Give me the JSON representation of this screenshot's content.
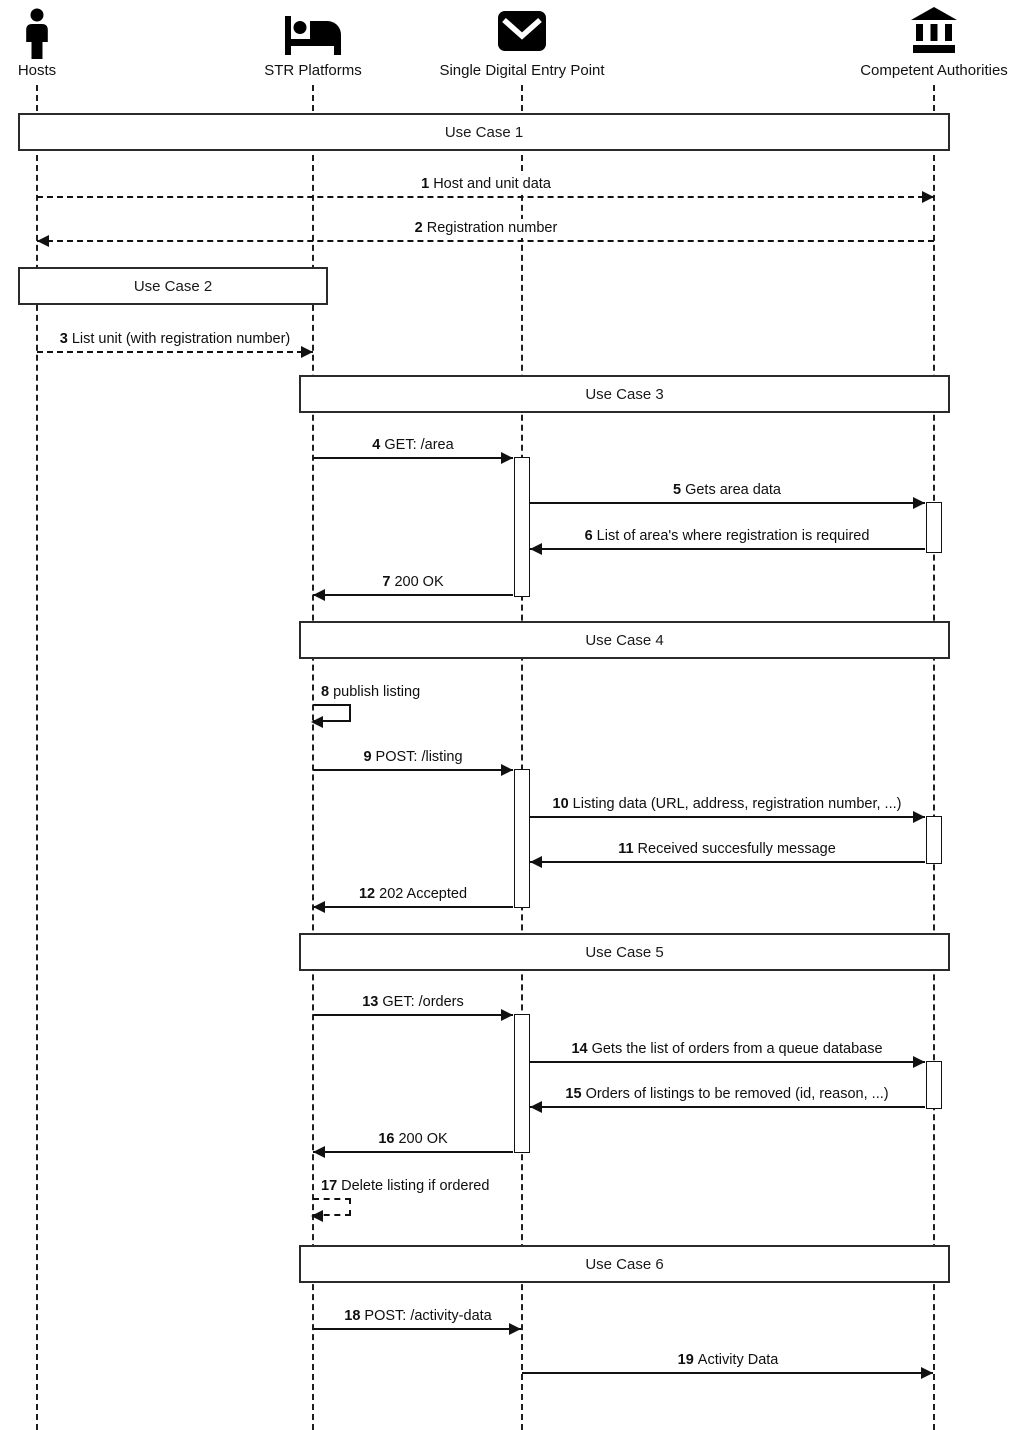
{
  "diagram": {
    "type": "sequence-diagram",
    "colors": {
      "line": "#111111",
      "text": "#111111",
      "background": "#ffffff"
    },
    "actors": [
      {
        "label": "Hosts",
        "icon": "person-icon"
      },
      {
        "label": "STR Platforms",
        "icon": "bed-icon"
      },
      {
        "label": "Single Digital Entry Point",
        "icon": "envelope-icon"
      },
      {
        "label": "Competent Authorities",
        "icon": "bank-icon"
      }
    ],
    "use_cases": [
      {
        "label": "Use Case 1"
      },
      {
        "label": "Use Case 2"
      },
      {
        "label": "Use Case 3"
      },
      {
        "label": "Use Case 4"
      },
      {
        "label": "Use Case 5"
      },
      {
        "label": "Use Case 6"
      }
    ],
    "messages": [
      {
        "num": "1",
        "text": "Host and unit data",
        "from": "Hosts",
        "to": "Competent Authorities",
        "line": "dashed"
      },
      {
        "num": "2",
        "text": "Registration number",
        "from": "Competent Authorities",
        "to": "Hosts",
        "line": "dashed"
      },
      {
        "num": "3",
        "text": "List unit (with registration number)",
        "from": "Hosts",
        "to": "STR Platforms",
        "line": "dashed"
      },
      {
        "num": "4",
        "text": "GET: /area",
        "from": "STR Platforms",
        "to": "Single Digital Entry Point",
        "line": "solid"
      },
      {
        "num": "5",
        "text": "Gets area data",
        "from": "Single Digital Entry Point",
        "to": "Competent Authorities",
        "line": "solid"
      },
      {
        "num": "6",
        "text": "List of area's where registration is required",
        "from": "Competent Authorities",
        "to": "Single Digital Entry Point",
        "line": "solid"
      },
      {
        "num": "7",
        "text": "200 OK",
        "from": "Single Digital Entry Point",
        "to": "STR Platforms",
        "line": "solid"
      },
      {
        "num": "8",
        "text": "publish listing",
        "from": "STR Platforms",
        "to": "STR Platforms",
        "line": "solid"
      },
      {
        "num": "9",
        "text": "POST: /listing",
        "from": "STR Platforms",
        "to": "Single Digital Entry Point",
        "line": "solid"
      },
      {
        "num": "10",
        "text": "Listing data (URL, address, registration number, ...)",
        "from": "Single Digital Entry Point",
        "to": "Competent Authorities",
        "line": "solid"
      },
      {
        "num": "11",
        "text": "Received succesfully message",
        "from": "Competent Authorities",
        "to": "Single Digital Entry Point",
        "line": "solid"
      },
      {
        "num": "12",
        "text": "202 Accepted",
        "from": "Single Digital Entry Point",
        "to": "STR Platforms",
        "line": "solid"
      },
      {
        "num": "13",
        "text": "GET: /orders",
        "from": "STR Platforms",
        "to": "Single Digital Entry Point",
        "line": "solid"
      },
      {
        "num": "14",
        "text": "Gets the list of orders from a queue database",
        "from": "Single Digital Entry Point",
        "to": "Competent Authorities",
        "line": "solid"
      },
      {
        "num": "15",
        "text": "Orders of listings to be removed (id, reason, ...)",
        "from": "Competent Authorities",
        "to": "Single Digital Entry Point",
        "line": "solid"
      },
      {
        "num": "16",
        "text": "200 OK",
        "from": "Single Digital Entry Point",
        "to": "STR Platforms",
        "line": "solid"
      },
      {
        "num": "17",
        "text": "Delete listing if ordered",
        "from": "STR Platforms",
        "to": "STR Platforms",
        "line": "dashed"
      },
      {
        "num": "18",
        "text": "POST: /activity-data",
        "from": "STR Platforms",
        "to": "Single Digital Entry Point",
        "line": "solid"
      },
      {
        "num": "19",
        "text": "Activity Data",
        "from": "Single Digital Entry Point",
        "to": "Competent Authorities",
        "line": "solid"
      }
    ]
  }
}
